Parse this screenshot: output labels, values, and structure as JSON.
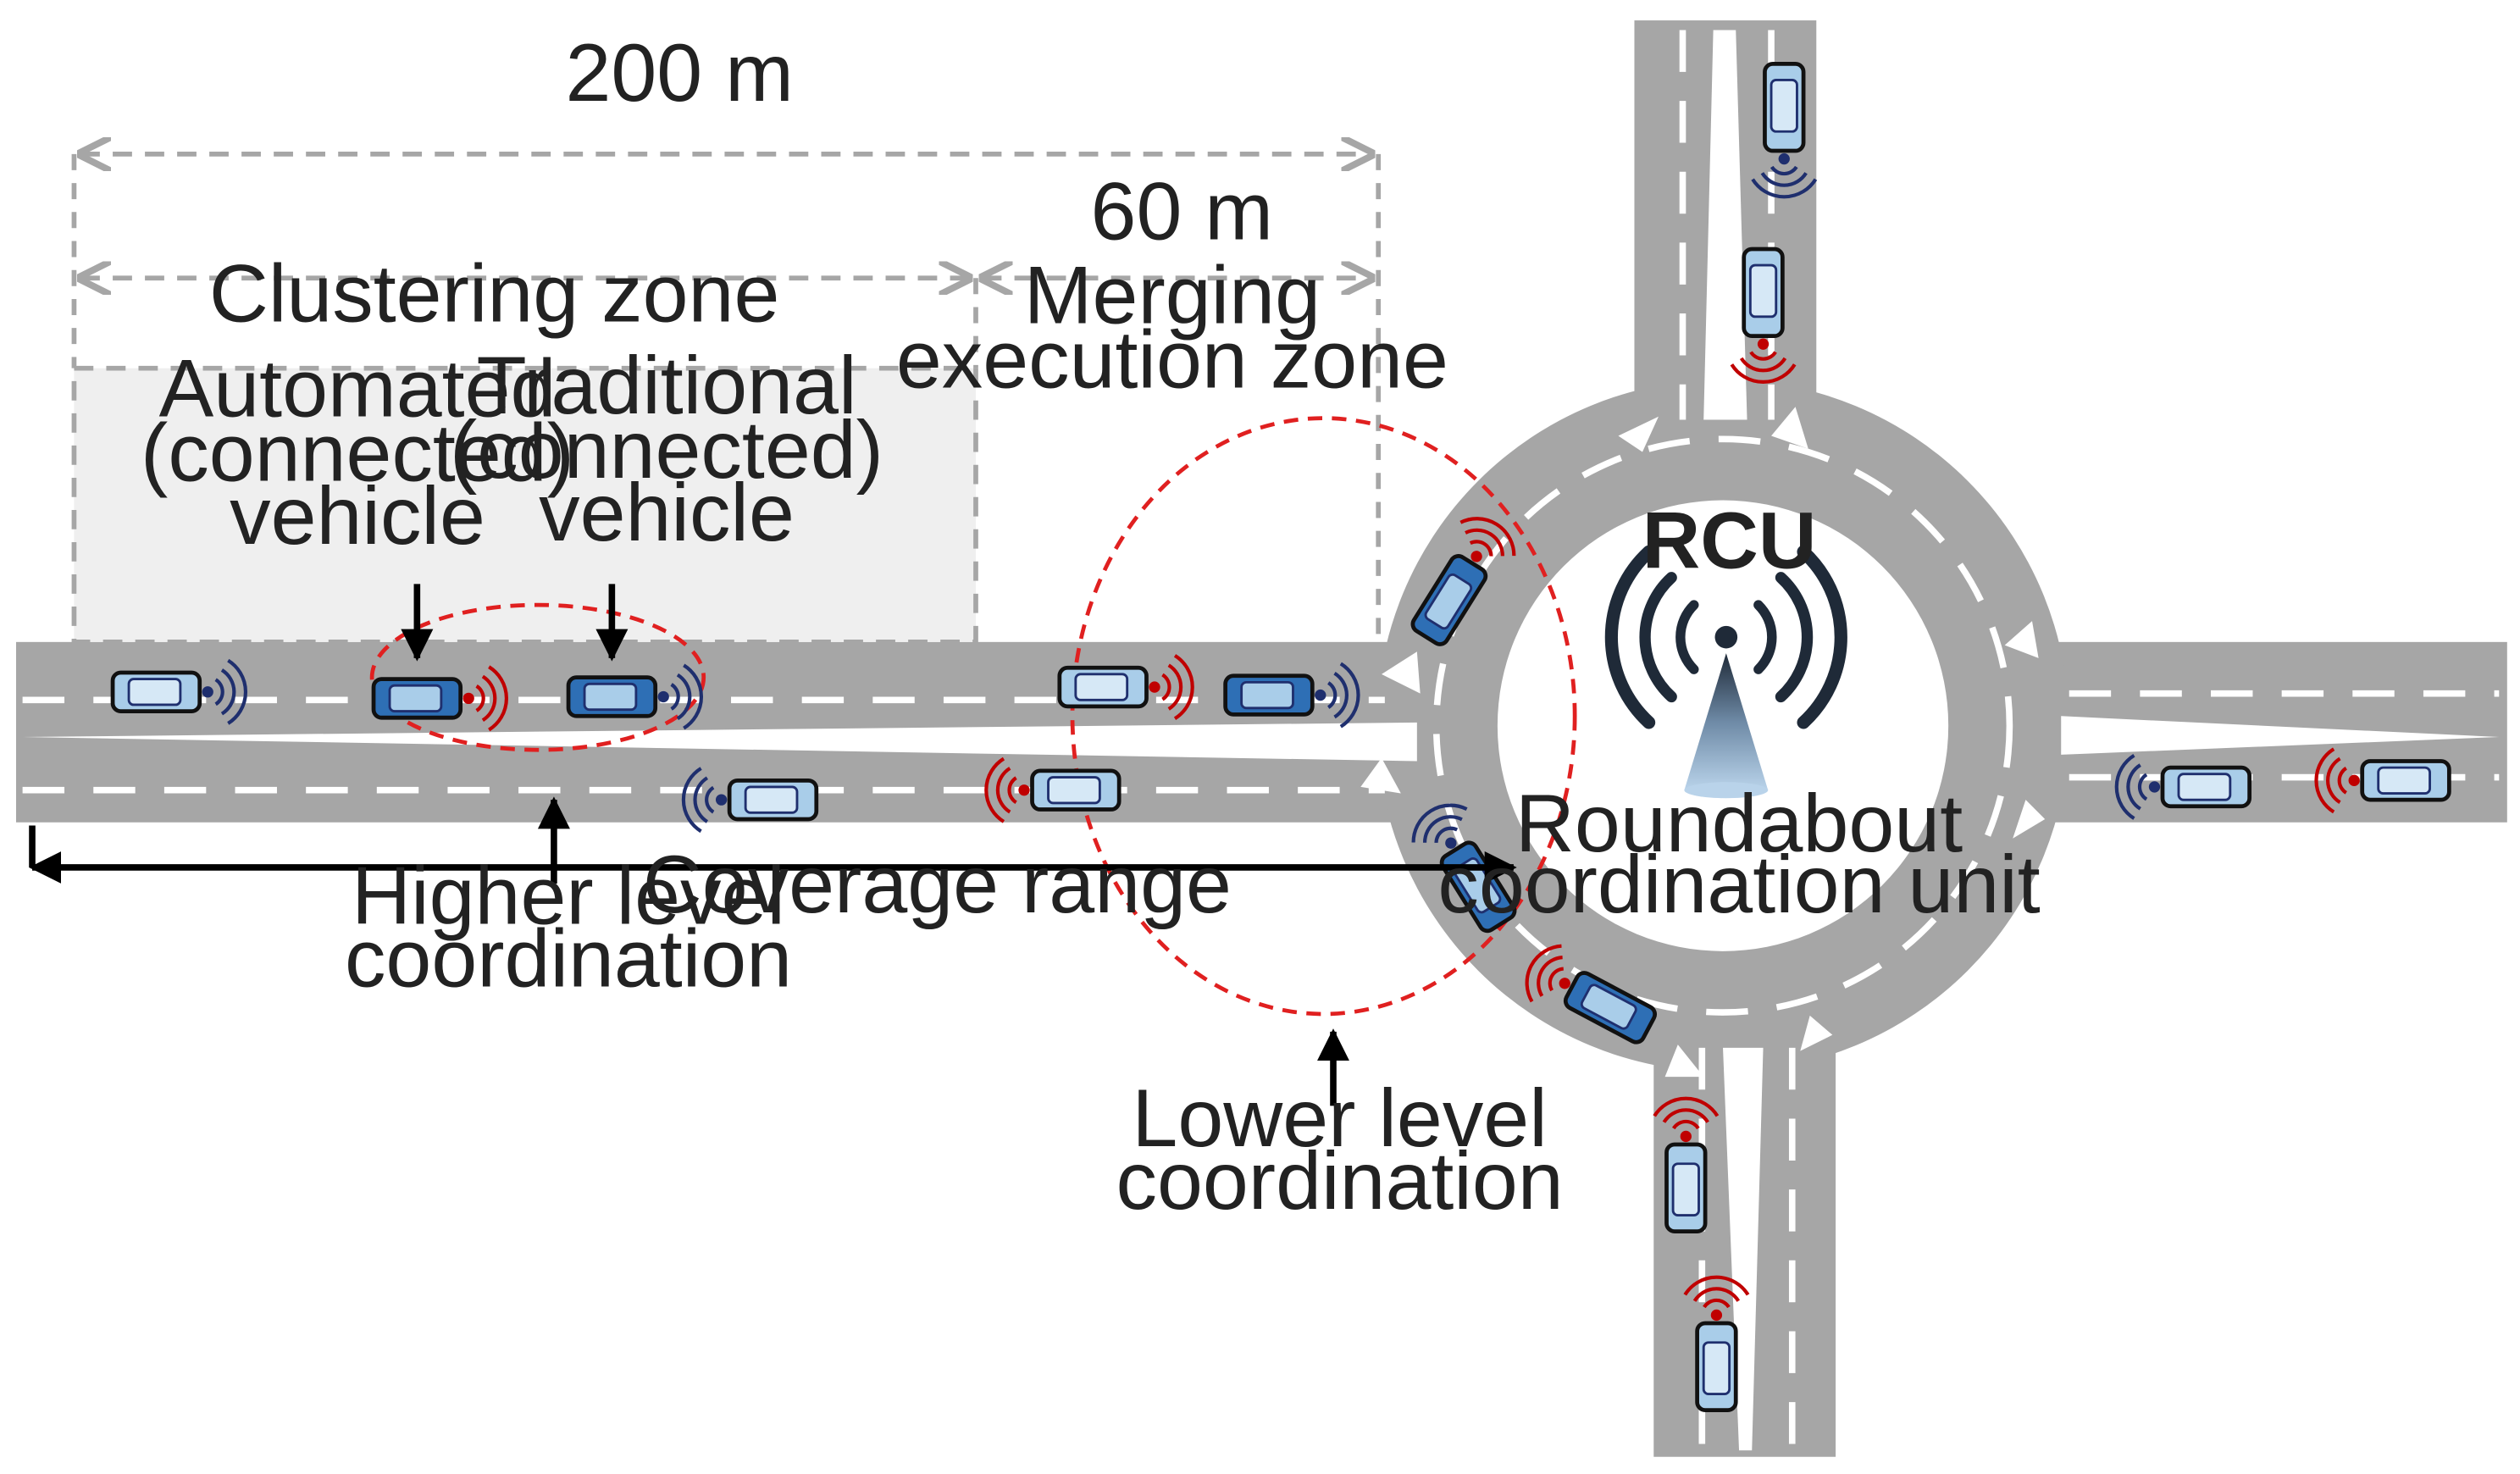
{
  "labels": {
    "dist_200": "200 m",
    "dist_60": "60 m",
    "clustering_zone": "Clustering zone",
    "merging_zone": [
      "Merging",
      "execution zone"
    ],
    "automated_vehicle": [
      "Automated",
      "(connected)",
      "vehicle"
    ],
    "traditional_vehicle": [
      "Traditional",
      "(connected)",
      "vehicle"
    ],
    "higher_level": [
      "Higher level",
      "coordination"
    ],
    "coverage_range": "Coverage range",
    "lower_level": [
      "Lower level",
      "coordination"
    ],
    "rcu": "RCU",
    "rcu_full": [
      "Roundabout",
      "coordination unit"
    ]
  },
  "colors": {
    "road": "#a6a6a6",
    "lane_marking": "#ffffff",
    "zone_fill": "#efefef",
    "dashed_gray": "#a6a6a6",
    "red_ellipse": "#e02020",
    "automated_body": "#2e6fb5",
    "traditional_body": "#a9cde9",
    "signal_red": "#c00000",
    "signal_blue": "#1f2f6e",
    "antenna": "#1f2a38"
  },
  "vehicles": [
    {
      "type": "traditional",
      "signal": "blue"
    },
    {
      "type": "automated",
      "signal": "red"
    },
    {
      "type": "automated",
      "signal": "blue"
    },
    {
      "type": "traditional",
      "signal": "blue"
    },
    {
      "type": "traditional",
      "signal": "red"
    },
    {
      "type": "automated",
      "signal": "blue"
    },
    {
      "type": "traditional",
      "signal": "red"
    },
    {
      "type": "automated",
      "signal": "red"
    },
    {
      "type": "automated",
      "signal": "blue"
    },
    {
      "type": "automated",
      "signal": "red"
    },
    {
      "type": "traditional",
      "signal": "blue"
    },
    {
      "type": "traditional",
      "signal": "red"
    },
    {
      "type": "traditional",
      "signal": "blue"
    },
    {
      "type": "traditional",
      "signal": "red"
    },
    {
      "type": "traditional",
      "signal": "red"
    },
    {
      "type": "traditional",
      "signal": "red"
    }
  ]
}
